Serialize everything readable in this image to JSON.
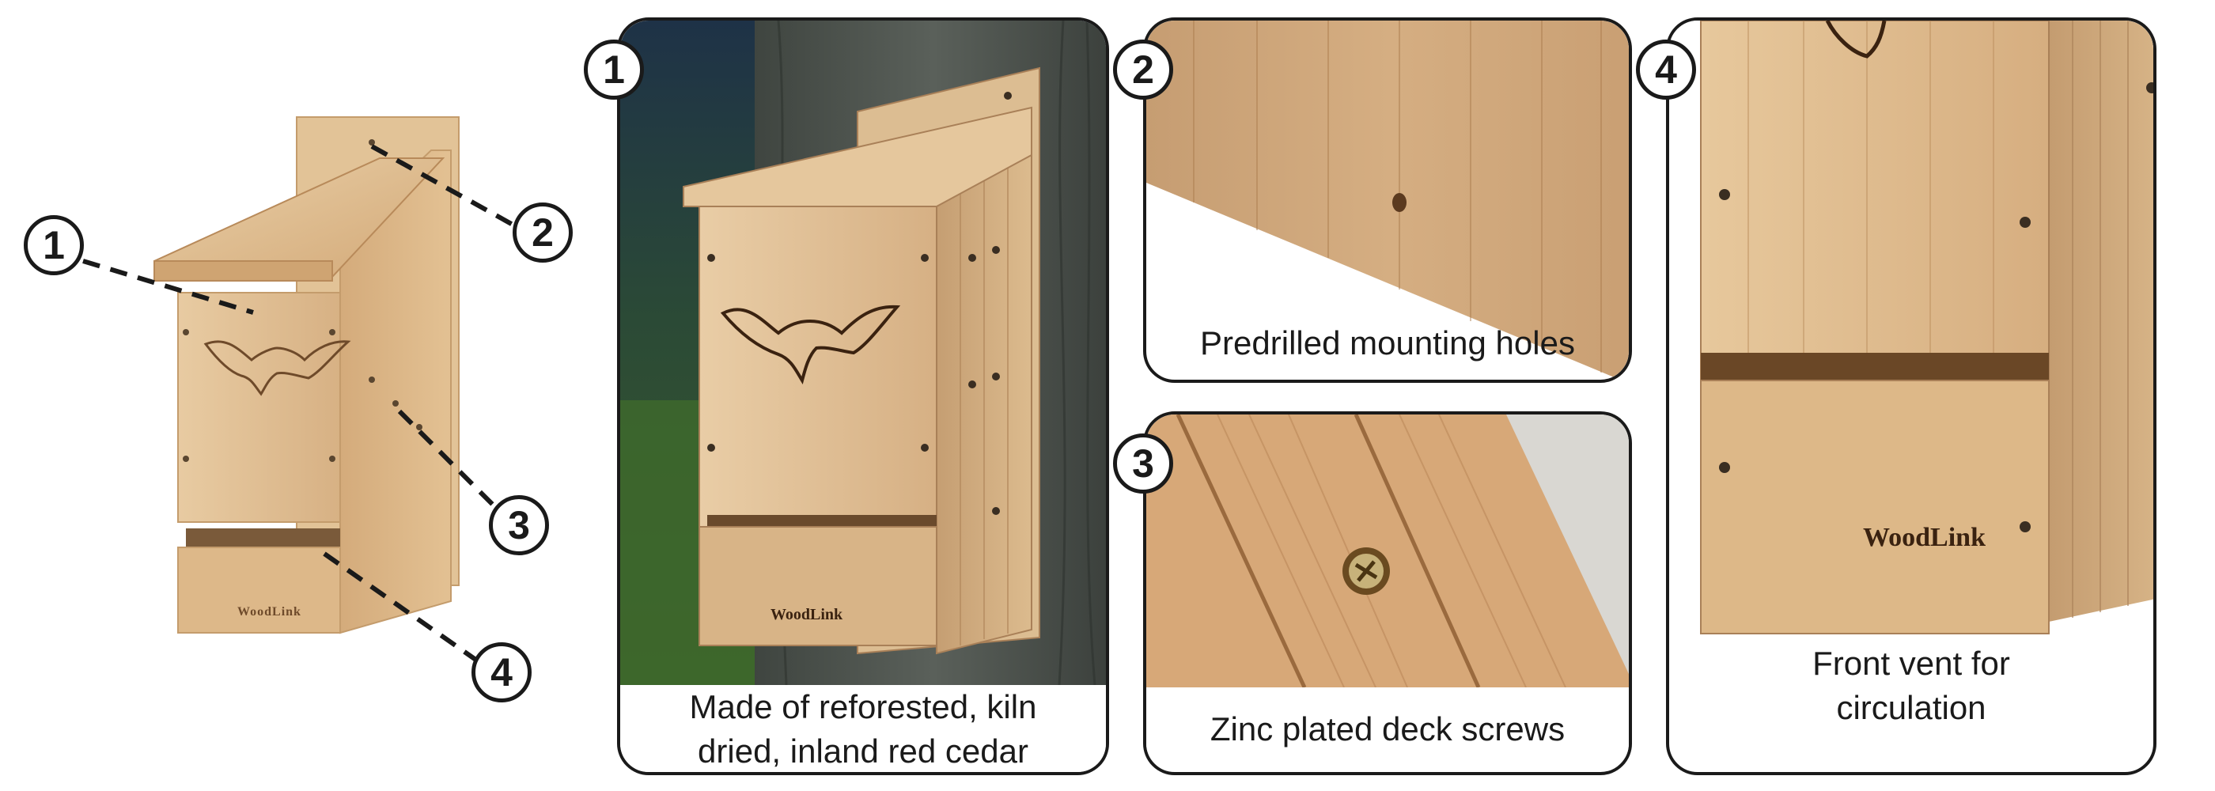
{
  "colors": {
    "outline": "#1a1a1a",
    "cedar_light": "#e6c79e",
    "cedar_mid": "#d8b183",
    "cedar_dark": "#b88a5a",
    "bark": "#4a4f4a",
    "foliage": "#2f4a2e"
  },
  "callouts": {
    "n1": "1",
    "n2": "2",
    "n3": "3",
    "n4": "4"
  },
  "product": {
    "brand_logo": "WoodLink"
  },
  "panels": [
    {
      "number": "1",
      "caption_lines": [
        "Made of reforested, kiln",
        "dried, inland red cedar"
      ],
      "logo": "WoodLink"
    },
    {
      "number": "2",
      "caption_lines": [
        "Predrilled mounting holes"
      ]
    },
    {
      "number": "3",
      "caption_lines": [
        "Zinc plated deck screws"
      ]
    },
    {
      "number": "4",
      "caption_lines": [
        "Front vent for",
        "circulation"
      ],
      "logo": "WoodLink"
    }
  ]
}
